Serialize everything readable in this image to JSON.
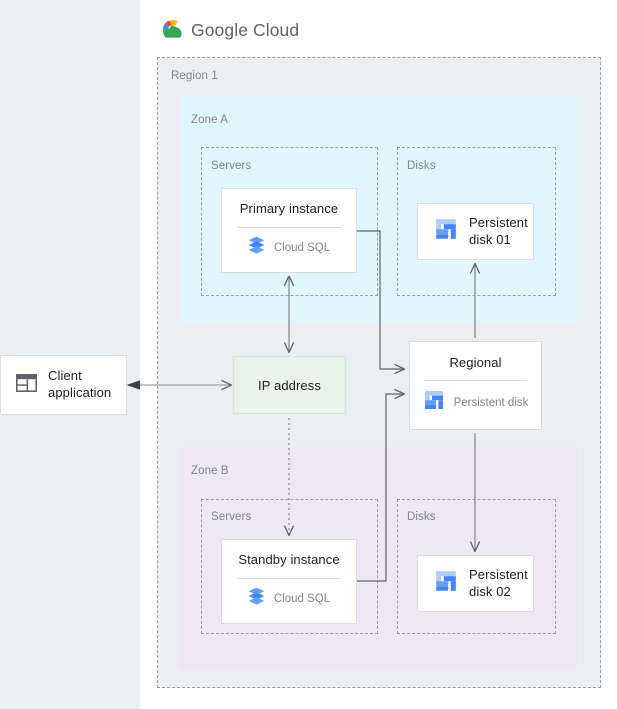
{
  "header": {
    "logo_icon": "google-cloud-logo-icon",
    "brand_bold": "Google",
    "brand_light": "Cloud"
  },
  "diagram": {
    "region": {
      "label": "Region 1",
      "background": "#eceff1",
      "border_style": "dashed"
    },
    "zones": [
      {
        "id": "zone-a",
        "label": "Zone A",
        "background": "#e1f5fe",
        "groups": [
          {
            "id": "servers-a",
            "label": "Servers"
          },
          {
            "id": "disks-a",
            "label": "Disks"
          }
        ]
      },
      {
        "id": "zone-b",
        "label": "Zone B",
        "background": "#ede7f6",
        "groups": [
          {
            "id": "servers-b",
            "label": "Servers"
          },
          {
            "id": "disks-b",
            "label": "Disks"
          }
        ]
      }
    ],
    "nodes": {
      "client_application": {
        "label": "Client application",
        "icon": "browser-window-icon",
        "icon_color": "#5f6368"
      },
      "ip_address": {
        "label": "IP address",
        "background": "#e6f4ea",
        "border": "#ceead6"
      },
      "primary_instance": {
        "title": "Primary instance",
        "service": "Cloud SQL",
        "icon": "cloud-sql-icon",
        "icon_color": "#4285f4"
      },
      "standby_instance": {
        "title": "Standby instance",
        "service": "Cloud SQL",
        "icon": "cloud-sql-icon",
        "icon_color": "#4285f4"
      },
      "regional_disk": {
        "title": "Regional",
        "service": "Persistent disk",
        "icon": "persistent-disk-icon",
        "icon_color": "#4285f4"
      },
      "persistent_disk_01": {
        "label": "Persistent disk 01",
        "label_line1": "Persistent",
        "label_line2": "disk 01",
        "icon": "persistent-disk-icon"
      },
      "persistent_disk_02": {
        "label": "Persistent disk 02",
        "label_line1": "Persistent",
        "label_line2": "disk 02",
        "icon": "persistent-disk-icon"
      }
    },
    "connections": [
      {
        "from": "client-application",
        "to": "ip-address",
        "style": "solid",
        "arrows": "both"
      },
      {
        "from": "primary-instance",
        "to": "ip-address",
        "style": "solid",
        "arrows": "both"
      },
      {
        "from": "ip-address",
        "to": "standby-instance",
        "style": "dotted",
        "arrows": "end"
      },
      {
        "from": "primary-instance",
        "to": "regional-disk",
        "style": "solid",
        "arrows": "end"
      },
      {
        "from": "standby-instance",
        "to": "regional-disk",
        "style": "solid",
        "arrows": "end"
      },
      {
        "from": "regional-disk",
        "to": "persistent-disk-01",
        "style": "solid",
        "arrows": "end"
      },
      {
        "from": "regional-disk",
        "to": "persistent-disk-02",
        "style": "solid",
        "arrows": "end"
      }
    ],
    "colors": {
      "connector": "#5f6368",
      "dashed_border": "#9aa0a6",
      "card_border": "#dadce0",
      "label_text": "#80868b",
      "title_text": "#202124",
      "page_background": "#eceff1",
      "canvas": "#ffffff"
    }
  }
}
